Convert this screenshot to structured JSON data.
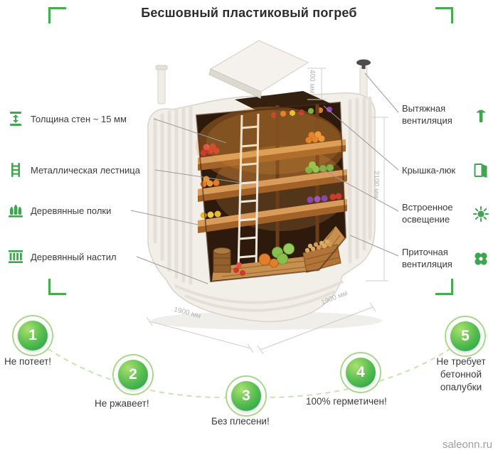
{
  "title": "Бесшовный пластиковый погреб",
  "features_left": [
    {
      "icon": "wall-thickness-icon",
      "label": "Толщина стен ~ 15 мм"
    },
    {
      "icon": "ladder-icon",
      "label": "Металлическая лестница"
    },
    {
      "icon": "shelves-icon",
      "label": "Деревянные полки"
    },
    {
      "icon": "flooring-icon",
      "label": "Деревянный настил"
    }
  ],
  "features_right": [
    {
      "icon": "exhaust-pipe-icon",
      "label": "Вытяжная вентиляция"
    },
    {
      "icon": "hatch-door-icon",
      "label": "Крышка-люк"
    },
    {
      "icon": "light-icon",
      "label": "Встроенное освещение"
    },
    {
      "icon": "fan-icon",
      "label": "Приточная вентиляция"
    }
  ],
  "dimensions": {
    "lid_height": "400 мм",
    "body_height": "2100 мм",
    "depth": "1900 мм",
    "width": "1900 мм"
  },
  "benefits": [
    {
      "number": "1",
      "label": "Не потеет!"
    },
    {
      "number": "2",
      "label": "Не ржавеет!"
    },
    {
      "number": "3",
      "label": "Без плесени!"
    },
    {
      "number": "4",
      "label": "100% герметичен!"
    },
    {
      "number": "5",
      "label": "Не требует бетонной опалубки"
    }
  ],
  "watermark": "saleonn.ru",
  "colors": {
    "accent_green": "#45ad4c",
    "icon_green": "#3fa550",
    "benefit_gradient_start": "#a9e070",
    "benefit_gradient_end": "#1e9b4e",
    "label_text": "#3b3b3b",
    "callout_line": "#9b9b9b",
    "dimension_text": "#b4b4b4",
    "watermark_text": "#9f9f9f"
  }
}
